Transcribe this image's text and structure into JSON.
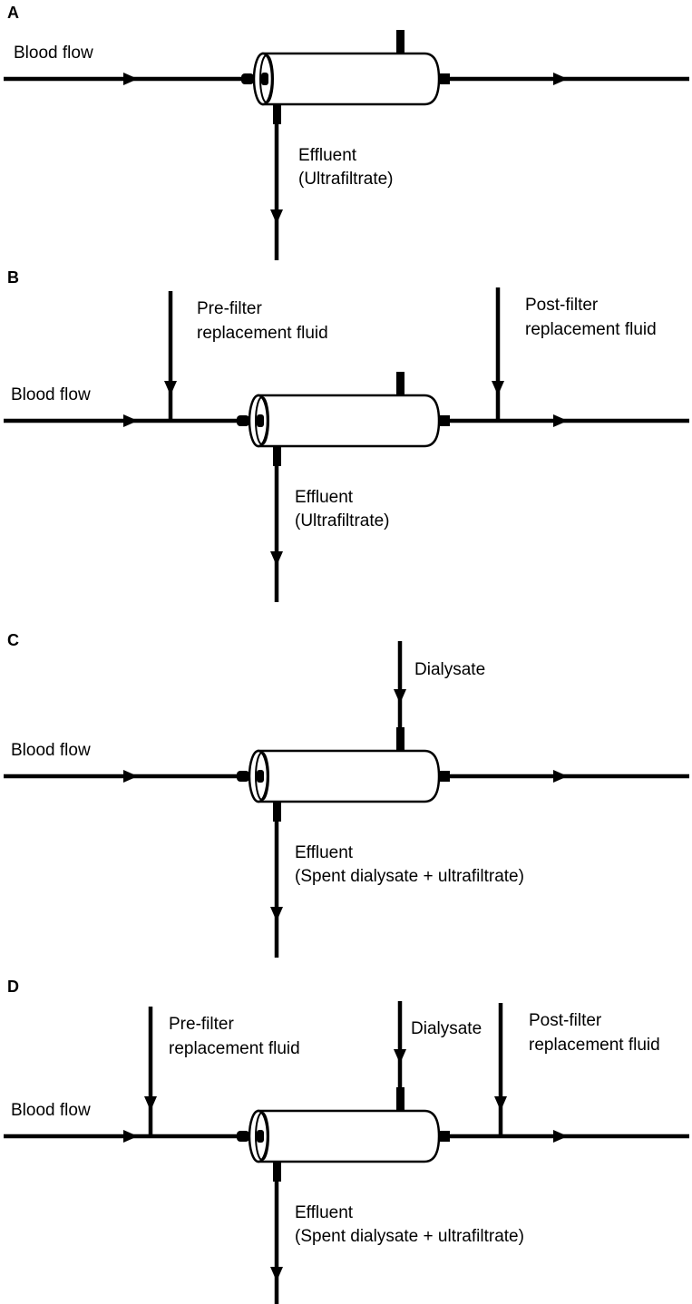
{
  "panels": [
    {
      "id": "A",
      "label": "A",
      "blood_flow_label": "Blood flow",
      "effluent_label": [
        "Effluent",
        "(Ultrafiltrate)"
      ],
      "pre_filter_label": null,
      "post_filter_label": null,
      "dialysate_label": null,
      "has_pre_filter": false,
      "has_post_filter": false,
      "has_dialysate_in": false
    },
    {
      "id": "B",
      "label": "B",
      "blood_flow_label": "Blood flow",
      "effluent_label": [
        "Effluent",
        "(Ultrafiltrate)"
      ],
      "pre_filter_label": [
        "Pre-filter",
        "replacement fluid"
      ],
      "post_filter_label": [
        "Post-filter",
        "replacement fluid"
      ],
      "dialysate_label": null,
      "has_pre_filter": true,
      "has_post_filter": true,
      "has_dialysate_in": false
    },
    {
      "id": "C",
      "label": "C",
      "blood_flow_label": "Blood flow",
      "effluent_label": [
        "Effluent",
        "(Spent dialysate + ultrafiltrate)"
      ],
      "pre_filter_label": null,
      "post_filter_label": null,
      "dialysate_label": "Dialysate",
      "has_pre_filter": false,
      "has_post_filter": false,
      "has_dialysate_in": true
    },
    {
      "id": "D",
      "label": "D",
      "blood_flow_label": "Blood flow",
      "effluent_label": [
        "Effluent",
        "(Spent dialysate + ultrafiltrate)"
      ],
      "pre_filter_label": [
        "Pre-filter",
        "replacement fluid"
      ],
      "post_filter_label": [
        "Post-filter",
        "replacement fluid"
      ],
      "dialysate_label": "Dialysate",
      "has_pre_filter": true,
      "has_post_filter": true,
      "has_dialysate_in": true
    }
  ]
}
